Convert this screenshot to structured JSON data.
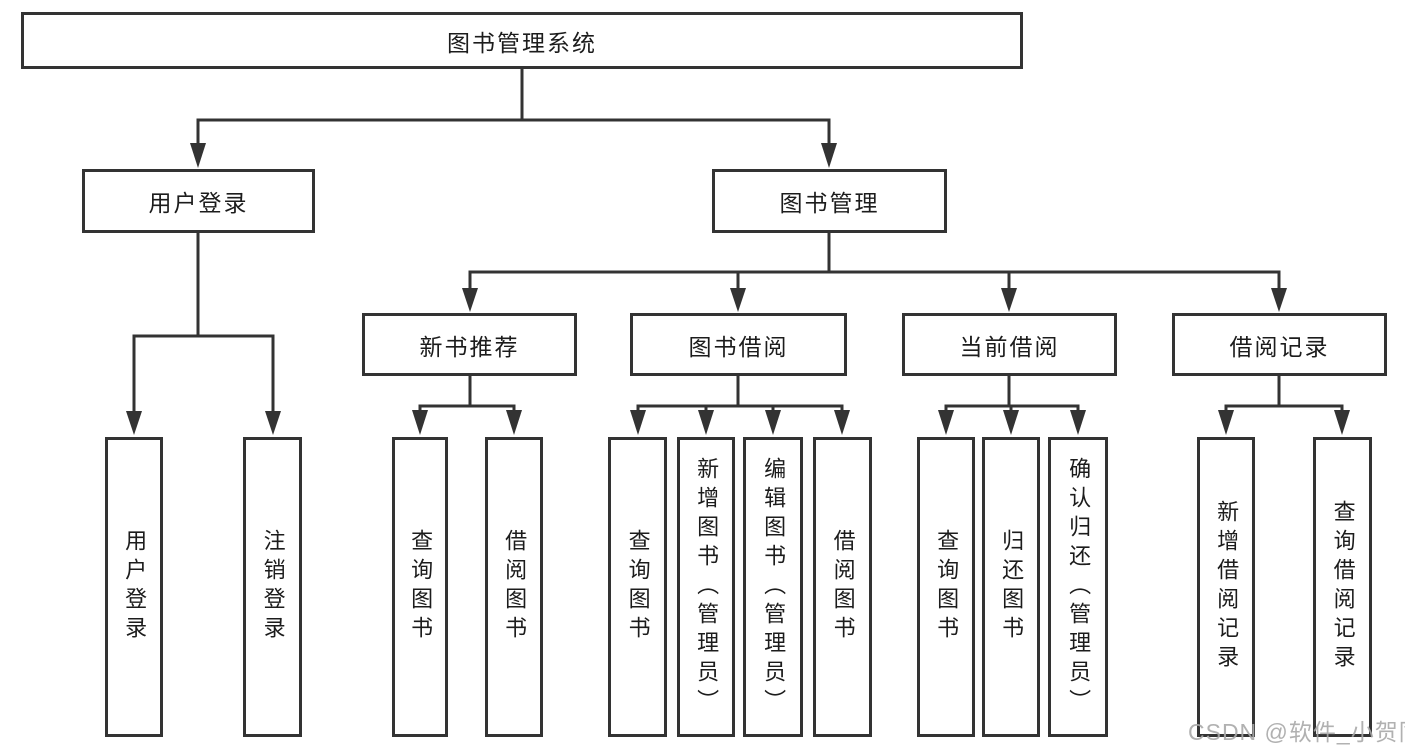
{
  "diagram": {
    "root": {
      "label": "图书管理系统"
    },
    "login_branch": {
      "label": "用户登录",
      "children": [
        {
          "label": "用户登录"
        },
        {
          "label": "注销登录"
        }
      ]
    },
    "mgmt_branch": {
      "label": "图书管理",
      "sections": [
        {
          "label": "新书推荐",
          "children": [
            {
              "label": "查询图书"
            },
            {
              "label": "借阅图书"
            }
          ]
        },
        {
          "label": "图书借阅",
          "children": [
            {
              "label": "查询图书"
            },
            {
              "label": "新增图书（管理员）"
            },
            {
              "label": "编辑图书（管理员）"
            },
            {
              "label": "借阅图书"
            }
          ]
        },
        {
          "label": "当前借阅",
          "children": [
            {
              "label": "查询图书"
            },
            {
              "label": "归还图书"
            },
            {
              "label": "确认归还（管理员）"
            }
          ]
        },
        {
          "label": "借阅记录",
          "children": [
            {
              "label": "新增借阅记录"
            },
            {
              "label": "查询借阅记录"
            }
          ]
        }
      ]
    },
    "watermark": "CSDN @软件_小贺同学",
    "colors": {
      "line": "#333333",
      "box_border": "#333333",
      "box_fill": "#ffffff",
      "text": "#1c1c1c",
      "watermark": "#a8a8a8"
    }
  }
}
